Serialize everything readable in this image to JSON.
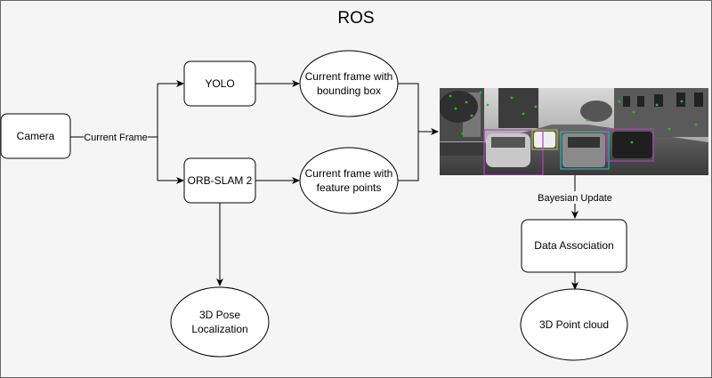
{
  "diagram": {
    "title": "ROS",
    "nodes": {
      "camera": "Camera",
      "yolo": "YOLO",
      "orb_slam": "ORB-SLAM 2",
      "bbox_frame": [
        "Current frame with",
        "bounding box"
      ],
      "feature_frame": [
        "Current frame with",
        "feature points"
      ],
      "pose": [
        "3D Pose",
        "Localization"
      ],
      "data_association": "Data Association",
      "point_cloud": "3D Point cloud"
    },
    "edge_labels": {
      "current_frame": "Current Frame",
      "bayesian_update": "Bayesian Update"
    },
    "image": {
      "description_icon": "street-scene-detection-image"
    }
  }
}
